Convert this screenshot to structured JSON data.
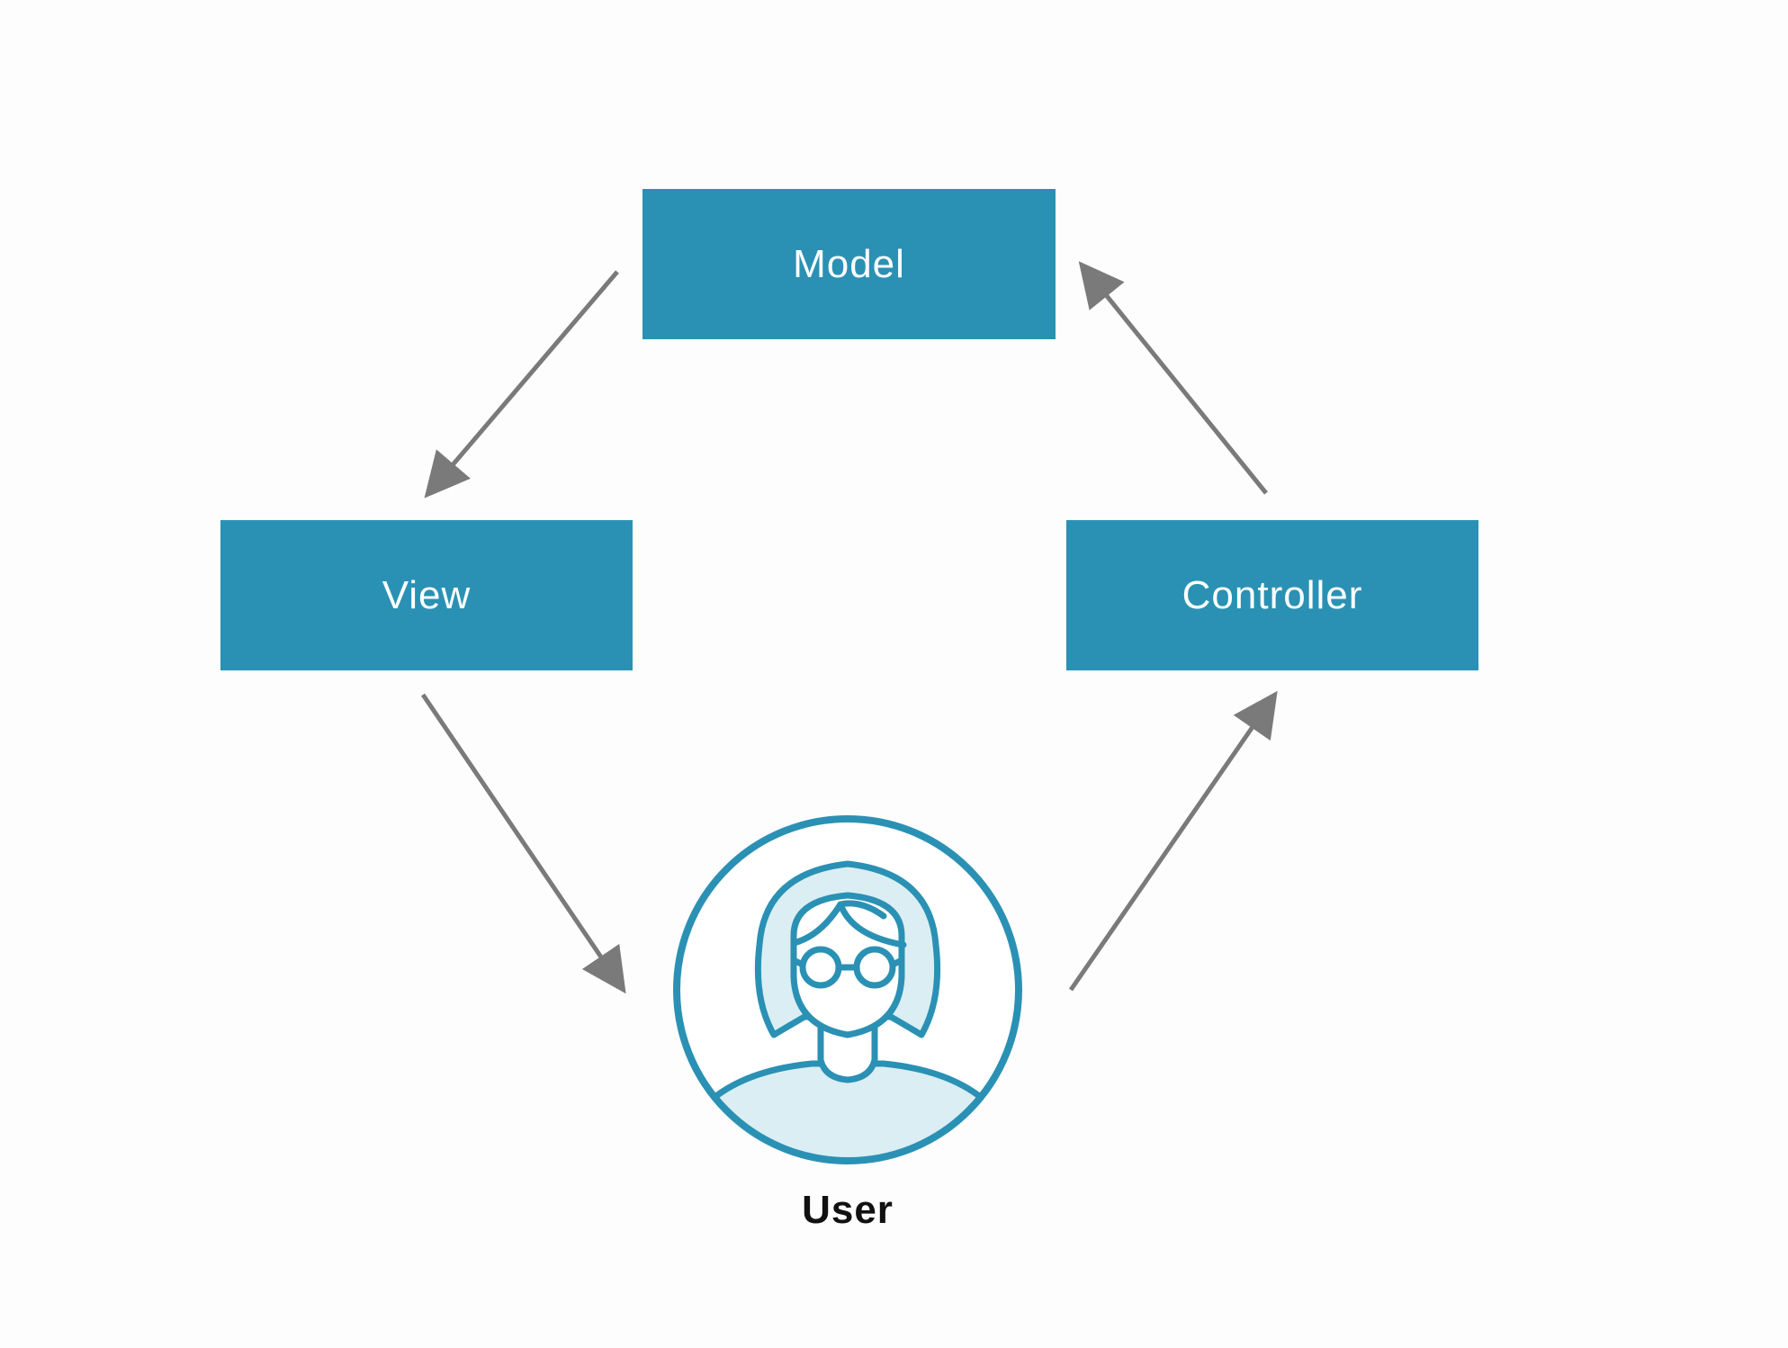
{
  "nodes": {
    "model": "Model",
    "view": "View",
    "controller": "Controller",
    "user": "User"
  },
  "arrows": [
    {
      "from": "Model",
      "to": "View"
    },
    {
      "from": "View",
      "to": "User"
    },
    {
      "from": "User",
      "to": "Controller"
    },
    {
      "from": "Controller",
      "to": "Model"
    }
  ],
  "icons": {
    "user": "user-avatar-icon"
  },
  "colors": {
    "box": "#2a91b4",
    "box_text": "#ffffff",
    "arrow": "#7a7a7a",
    "avatar_outline": "#2a91b4",
    "avatar_fill": "#dbeef4",
    "label_text": "#111111",
    "background": "#fdfdfd"
  }
}
